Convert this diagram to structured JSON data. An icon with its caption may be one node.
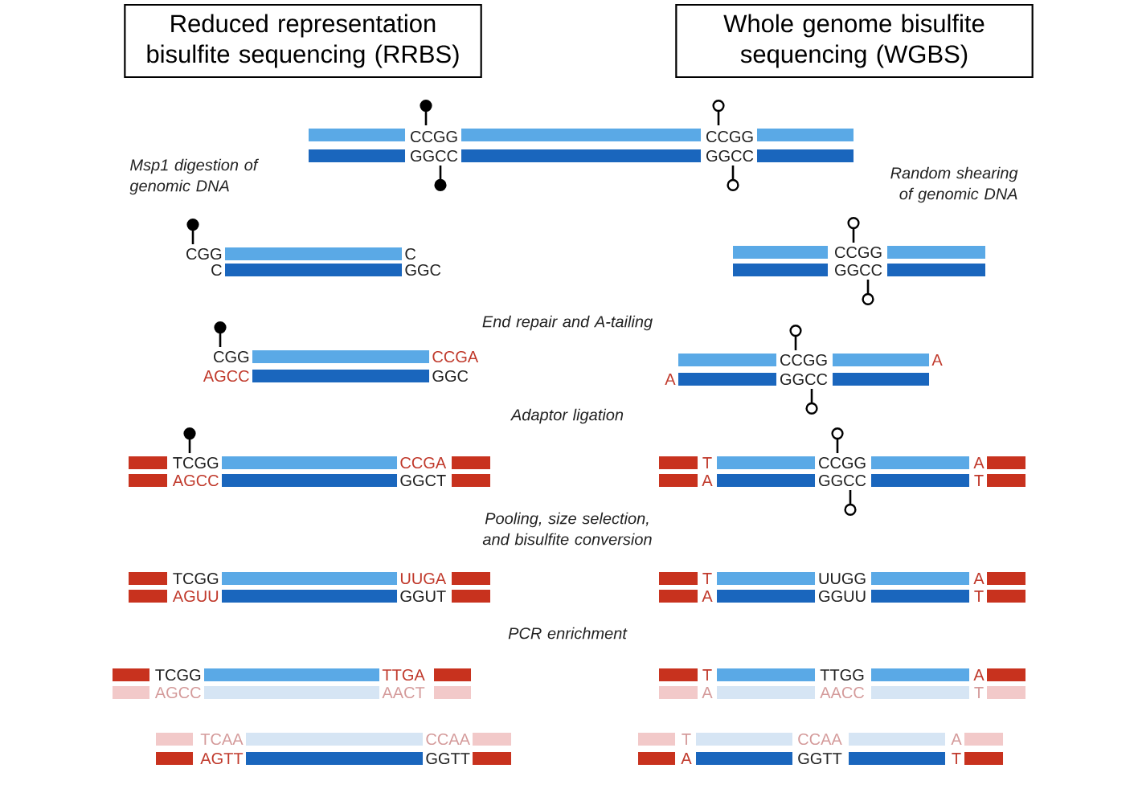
{
  "diagram": {
    "nodes": [
      {
        "text": [
          "Reduced representation bisulfite sequencing (RRBS)"
        ]
      },
      {
        "text": [
          "Whole genome bisulfite sequencing (WGBS)"
        ]
      }
    ],
    "labels": [
      "CCGG",
      "CCGG",
      "GGCC",
      "GGCC",
      "Msp1 digestion of genomic DNA",
      "Random shearing of genomic DNA",
      "CGG",
      "C",
      "CCGG",
      "C",
      "GGC",
      "GGCC",
      "End repair and A-tailing",
      "CGG",
      "CCGA",
      "CCGG",
      "A",
      "AGCC",
      "GGC",
      "A",
      "GGCC",
      "Adaptor ligation",
      "TCGG",
      "CCGA",
      "T",
      "CCGG",
      "A",
      "AGCC",
      "GGCT",
      "A",
      "GGCC",
      "T",
      "Pooling, size selection, and bisulfite conversion",
      "TCGG",
      "UUGA",
      "T",
      "UUGG",
      "A",
      "AGUU",
      "GGUT",
      "A",
      "GGUU",
      "T",
      "PCR enrichment",
      "TCGG",
      "TTGA",
      "T",
      "TTGG",
      "A",
      "AGCC",
      "AACT",
      "A",
      "AACC",
      "T",
      "TCAA",
      "CCAA",
      "T",
      "CCAA",
      "A",
      "AGTT",
      "GGTT",
      "A",
      "GGTT",
      "T"
    ]
  }
}
